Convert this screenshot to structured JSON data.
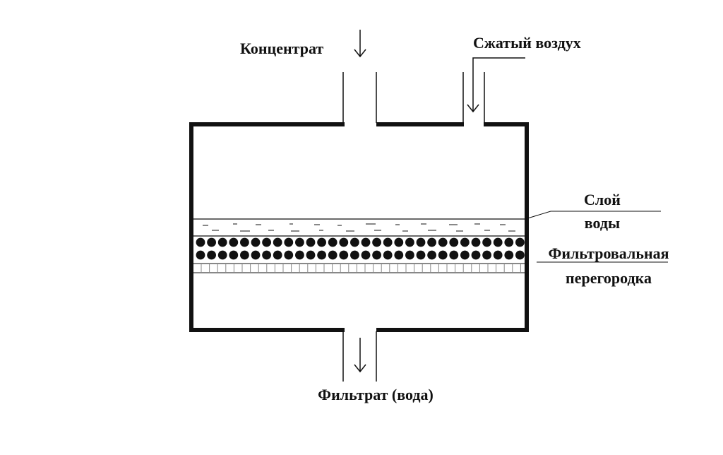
{
  "labels": {
    "concentrate": "Концентрат",
    "compressed_air": "Сжатый воздух",
    "water_layer_line1": "Слой",
    "water_layer_line2": "воды",
    "filter_partition_line1": "Фильтровальная",
    "filter_partition_line2": "перегородка",
    "filtrate": "Фильтрат (вода)"
  },
  "colors": {
    "ink": "#111111",
    "background": "#ffffff",
    "filter_cells": "#888888"
  },
  "icons": {
    "arrows": "down-arrow-icon",
    "sediment": "particle-dot-icon"
  }
}
